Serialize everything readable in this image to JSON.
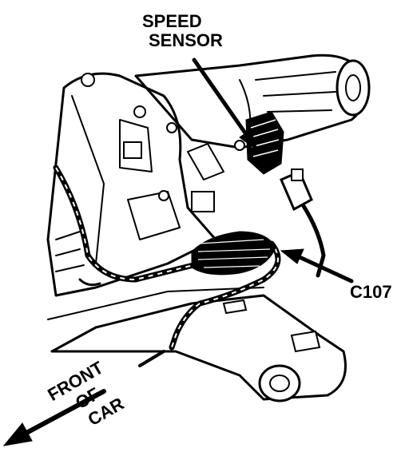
{
  "labels": {
    "speed_sensor_line1": "SPEED",
    "speed_sensor_line2": "SENSOR",
    "connector": "C107",
    "front_line1": "FRONT",
    "front_line2": "OF",
    "front_line3": "CAR"
  },
  "colors": {
    "ink": "#000000",
    "paper": "#ffffff"
  }
}
